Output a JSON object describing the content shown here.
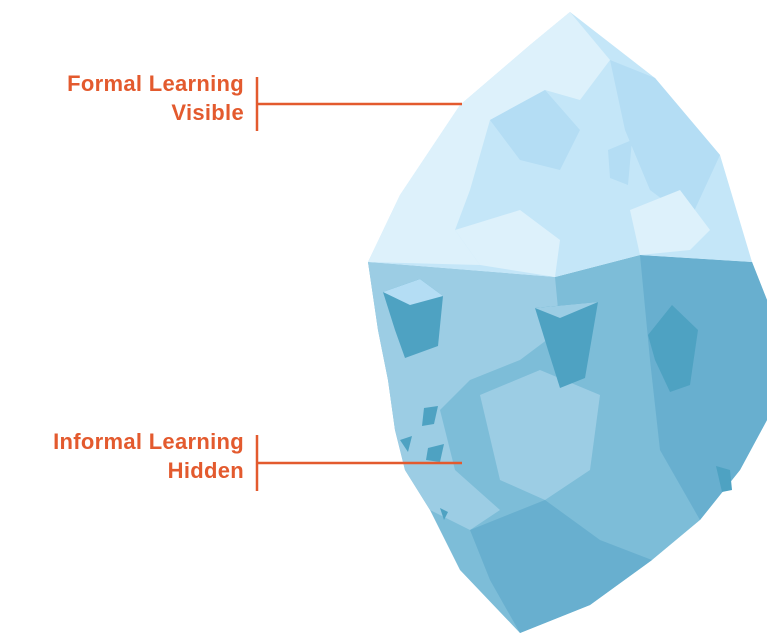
{
  "colors": {
    "accent": "#E35A2E",
    "ice_top_light": "#DDF1FB",
    "ice_top_mid": "#C4E6F8",
    "ice_top_shade": "#B4DDF4",
    "ice_under_light": "#9CCDE4",
    "ice_under_mid": "#7DBDD8",
    "ice_under_dark": "#68AFCF",
    "ice_chunk_dark": "#4EA2C2"
  },
  "labels": {
    "top": {
      "line1": "Formal Learning",
      "line2": "Visible"
    },
    "bottom": {
      "line1": "Informal Learning",
      "line2": "Hidden"
    }
  }
}
